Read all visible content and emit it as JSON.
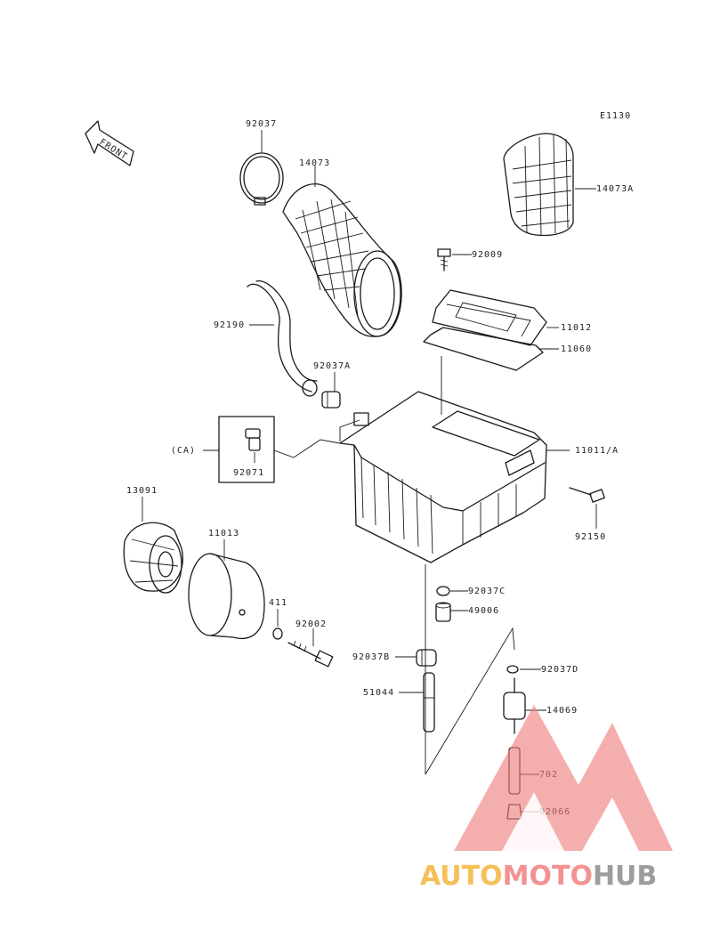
{
  "diagram": {
    "code": "E1130",
    "front_label": "FRONT",
    "ca_label": "(CA)",
    "parts": {
      "p92037": "92037",
      "p14073": "14073",
      "p14073A": "14073A",
      "p92009": "92009",
      "p11012": "11012",
      "p11060": "11060",
      "p92190": "92190",
      "p92037A": "92037A",
      "p11011A": "11011/A",
      "p92071": "92071",
      "p92150": "92150",
      "p13091": "13091",
      "p11013": "11013",
      "p411": "411",
      "p92002": "92002",
      "p92037C": "92037C",
      "p49006": "49006",
      "p92037B": "92037B",
      "p51044": "51044",
      "p92037D": "92037D",
      "p14069": "14069",
      "p702": "702",
      "p92066": "92066"
    }
  },
  "watermark": {
    "part1": "AUTO",
    "part2": "MOTO",
    "part3": "HUB",
    "colors": {
      "orange": "#f4b63c",
      "red": "#f08080",
      "gray": "#8c8c8c"
    }
  }
}
